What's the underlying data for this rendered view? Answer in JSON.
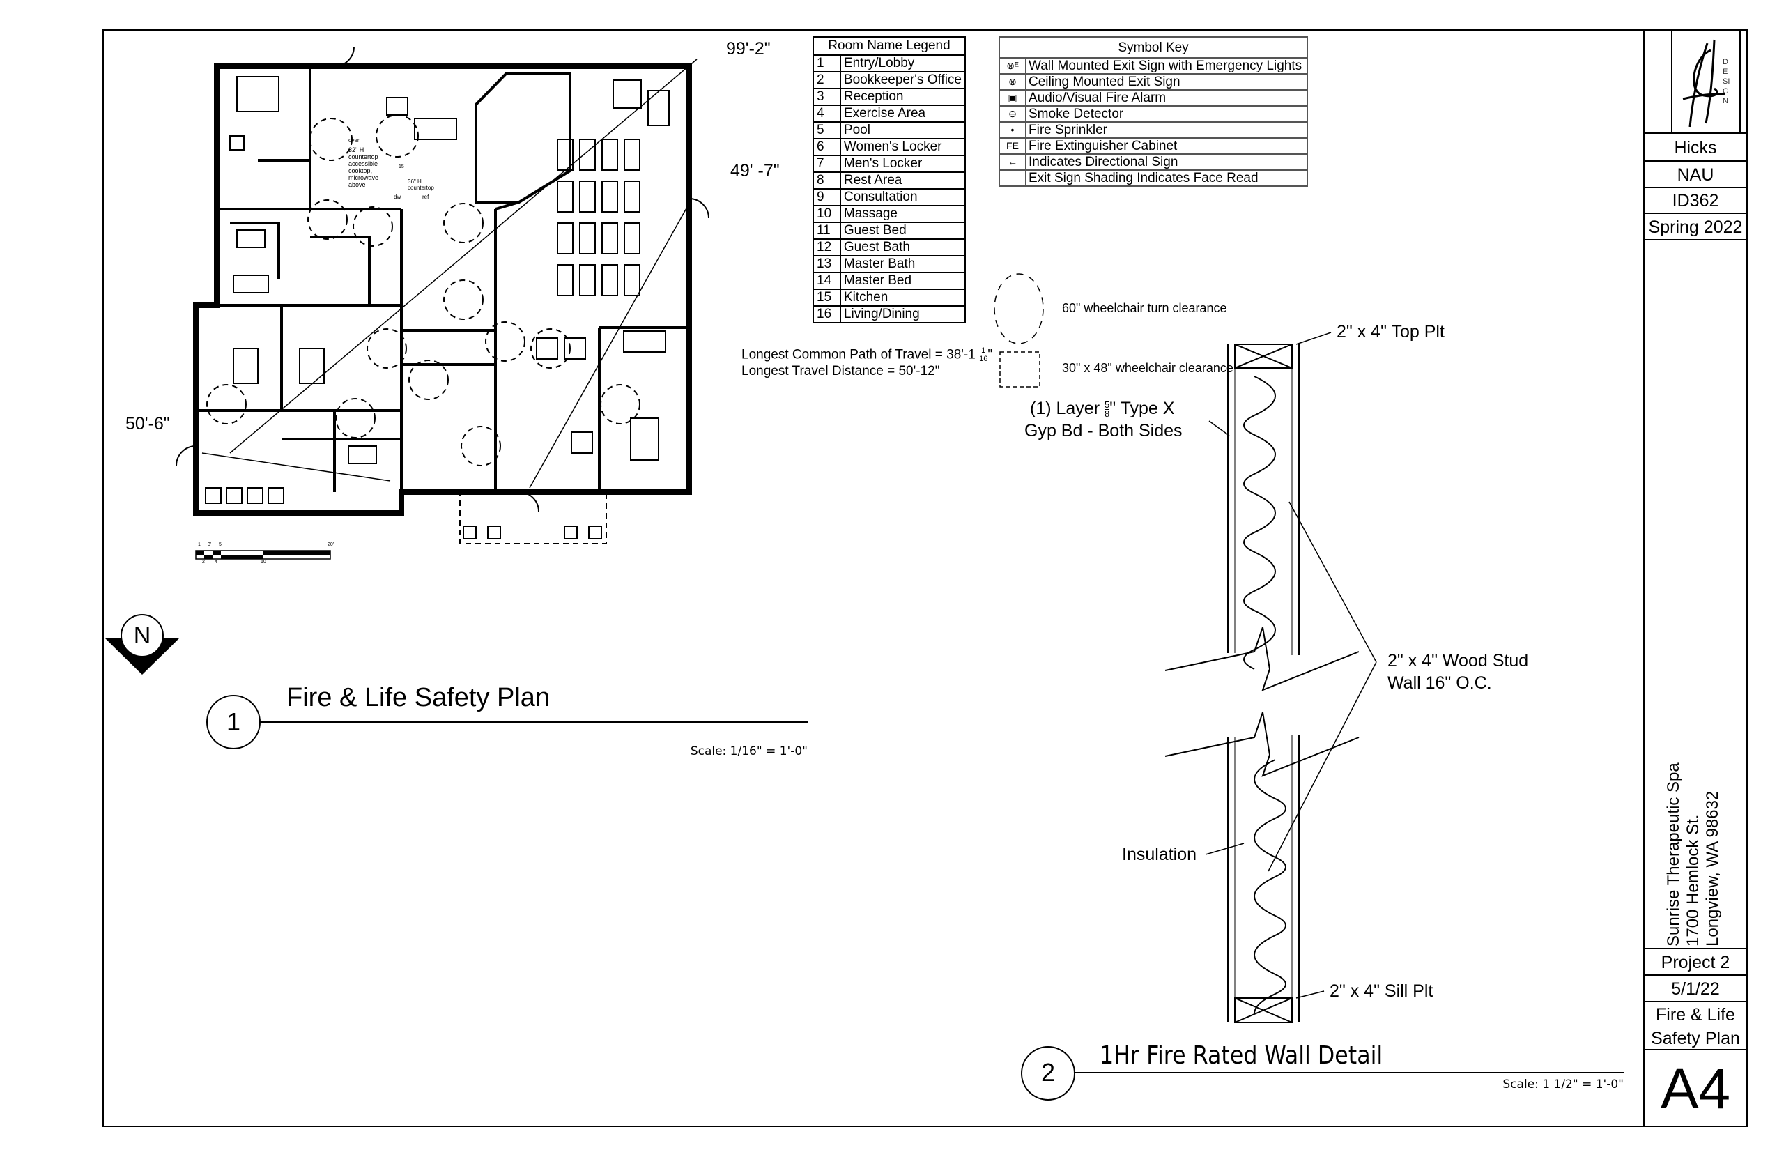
{
  "room_legend": {
    "title": "Room Name Legend",
    "rooms": [
      {
        "num": "1",
        "name": "Entry/Lobby"
      },
      {
        "num": "2",
        "name": "Bookkeeper's Office"
      },
      {
        "num": "3",
        "name": "Reception"
      },
      {
        "num": "4",
        "name": "Exercise Area"
      },
      {
        "num": "5",
        "name": "Pool"
      },
      {
        "num": "6",
        "name": "Women's Locker"
      },
      {
        "num": "7",
        "name": "Men's Locker"
      },
      {
        "num": "8",
        "name": "Rest Area"
      },
      {
        "num": "9",
        "name": "Consultation"
      },
      {
        "num": "10",
        "name": "Massage"
      },
      {
        "num": "11",
        "name": "Guest Bed"
      },
      {
        "num": "12",
        "name": "Guest Bath"
      },
      {
        "num": "13",
        "name": "Master Bath"
      },
      {
        "num": "14",
        "name": "Master Bed"
      },
      {
        "num": "15",
        "name": "Kitchen"
      },
      {
        "num": "16",
        "name": "Living/Dining"
      }
    ]
  },
  "symbol_key": {
    "title": "Symbol Key",
    "items": [
      {
        "icon": "wall-exit-sign-icon",
        "glyph": "⊗ᴱ",
        "label": "Wall Mounted Exit Sign with Emergency Lights"
      },
      {
        "icon": "ceiling-exit-sign-icon",
        "glyph": "⊗",
        "label": "Ceiling Mounted Exit Sign"
      },
      {
        "icon": "fire-alarm-icon",
        "glyph": "▣",
        "label": "Audio/Visual Fire Alarm"
      },
      {
        "icon": "smoke-detector-icon",
        "glyph": "⊖",
        "label": "Smoke Detector"
      },
      {
        "icon": "sprinkler-icon",
        "glyph": "•",
        "label": "Fire Sprinkler"
      },
      {
        "icon": "fire-extinguisher-icon",
        "glyph": "FE",
        "label": "Fire Extinguisher Cabinet"
      },
      {
        "icon": "directional-arrow-icon",
        "glyph": "←",
        "label": "Indicates Directional Sign"
      },
      {
        "icon": "",
        "glyph": "",
        "label": "Exit Sign Shading Indicates Face Read"
      }
    ],
    "turn_clearance": "60\" wheelchair turn clearance",
    "rect_clearance": "30\" x 48\" wheelchair clearance"
  },
  "travel": {
    "common_path_prefix": "Longest Common Path of Travel = 38'-1",
    "common_path_frac_num": "1",
    "common_path_frac_den": "16",
    "common_path_suffix": "\"",
    "travel_distance": "Longest Travel Distance = 50'-12\""
  },
  "plan": {
    "dim_top": "99'-2\"",
    "dim_diag": "49' -7\"",
    "dim_left": "50'-6\"",
    "kitchen_notes": [
      "oven",
      "32\" H",
      "countertop",
      "accessible",
      "cooktop,",
      "microwave above",
      "36\" H",
      "countertop",
      "dw",
      "ref"
    ],
    "kitchen_tag": "15",
    "scale_bar_top": [
      "1'",
      "3'",
      "5'",
      "20'"
    ],
    "scale_bar_bottom": [
      "2",
      "4",
      "10"
    ],
    "north": "N",
    "number": "1",
    "title": "Fire & Life Safety Plan",
    "scale": "Scale: 1/16\" = 1'-0\""
  },
  "detail": {
    "number": "2",
    "title": "1Hr Fire Rated Wall Detail",
    "scale": "Scale: 1 1/2\" = 1'-0\"",
    "top_plate": "2\" x 4\" Top Plt",
    "gyp_line1_prefix": "(1)  Layer ",
    "gyp_frac_num": "5",
    "gyp_frac_den": "8",
    "gyp_line1_suffix": "\" Type X",
    "gyp_line2": "Gyp Bd - Both Sides",
    "stud_line1": "2\" x 4\" Wood Stud",
    "stud_line2": "Wall 16\" O.C.",
    "insulation": "Insulation",
    "sill_plate": "2\" x 4\" Sill Plt"
  },
  "title_block": {
    "logo_text": "DESIGN",
    "designer": "Hicks",
    "school": "NAU",
    "course": "ID362",
    "term": "Spring 2022",
    "project_name": "Sunrise Therapeutic Spa",
    "address1": "1700 Hemlock St.",
    "address2": "Longview, WA 98632",
    "project": "Project 2",
    "date": "5/1/22",
    "sheet_title_1": "Fire & Life",
    "sheet_title_2": "Safety Plan",
    "sheet_number": "A4"
  }
}
